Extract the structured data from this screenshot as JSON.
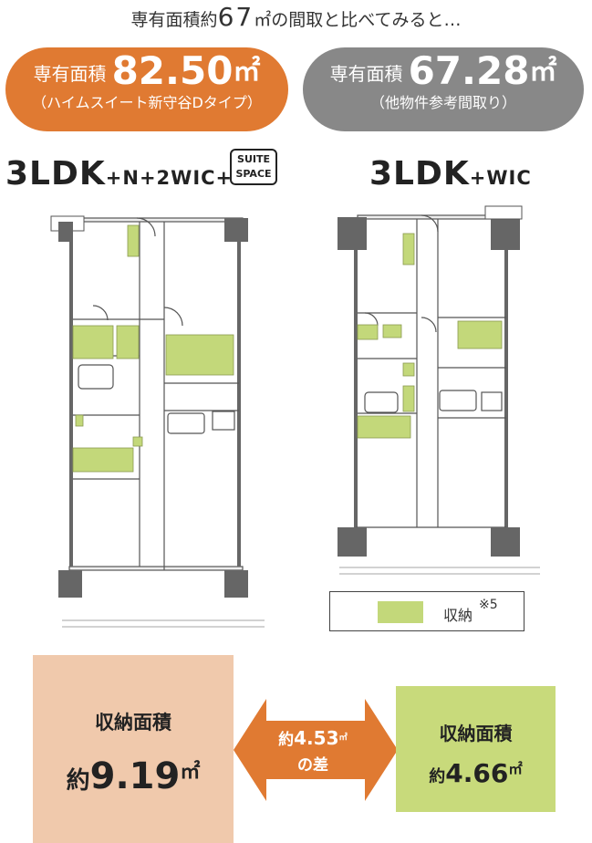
{
  "header": {
    "prefix": "専有面積約",
    "number": "67",
    "suffix": "㎡の間取と比べてみると…"
  },
  "left_plan": {
    "label": "専有面積",
    "area": "82.50",
    "unit": "㎡",
    "subtitle": "（ハイムスイート新守谷Dタイプ）",
    "layout_main": "3LDK",
    "layout_extra": "+N+2WIC+",
    "badge_line1": "SUITE",
    "badge_line2": "SPACE"
  },
  "right_plan": {
    "label": "専有面積",
    "area": "67.28",
    "unit": "㎡",
    "subtitle": "（他物件参考間取り）",
    "layout_main": "3LDK",
    "layout_extra": "+WIC"
  },
  "legend": {
    "label": "収納",
    "note": "※5"
  },
  "comparison": {
    "left_label": "収納面積",
    "left_prefix": "約",
    "left_value": "9.19",
    "left_unit": "㎡",
    "diff_line1_prefix": "約",
    "diff_value": "4.53",
    "diff_unit": "㎡",
    "diff_line2": "の差",
    "right_label": "収納面積",
    "right_prefix": "約",
    "right_value": "4.66",
    "right_unit": "㎡"
  },
  "colors": {
    "orange": "#e07a32",
    "gray": "#888888",
    "storage_green": "#c3d87a",
    "peach": "#f0c9ac",
    "light_green": "#c8da7b"
  }
}
